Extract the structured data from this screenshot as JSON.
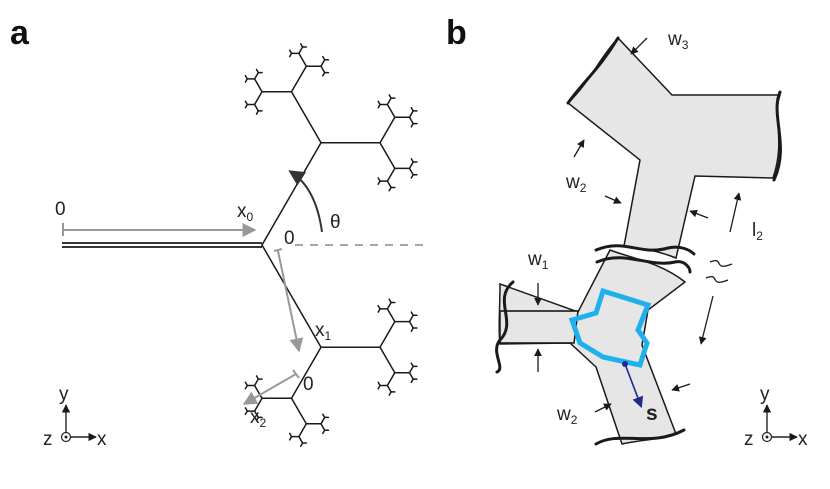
{
  "panel_a": {
    "label": "a",
    "origin_x0": "0",
    "origin_x1": "0",
    "origin_x2": "0",
    "x0": "x",
    "x0_sub": "0",
    "x1": "x",
    "x1_sub": "1",
    "x2": "x",
    "x2_sub": "2",
    "theta": "θ",
    "axis_y": "y",
    "axis_z": "z",
    "axis_x": "x"
  },
  "panel_b": {
    "label": "b",
    "w1": "w",
    "w1_sub": "1",
    "w2a": "w",
    "w2a_sub": "2",
    "w2b": "w",
    "w2b_sub": "2",
    "w3": "w",
    "w3_sub": "3",
    "l2": "l",
    "l2_sub": "2",
    "s": "s",
    "axis_y": "y",
    "axis_z": "z",
    "axis_x": "x"
  },
  "colors": {
    "highlight": "#1fb1ec",
    "channel_fill": "#e6e6e6",
    "s_arrow": "#1e2a8c",
    "guide_arrow": "#999999"
  }
}
